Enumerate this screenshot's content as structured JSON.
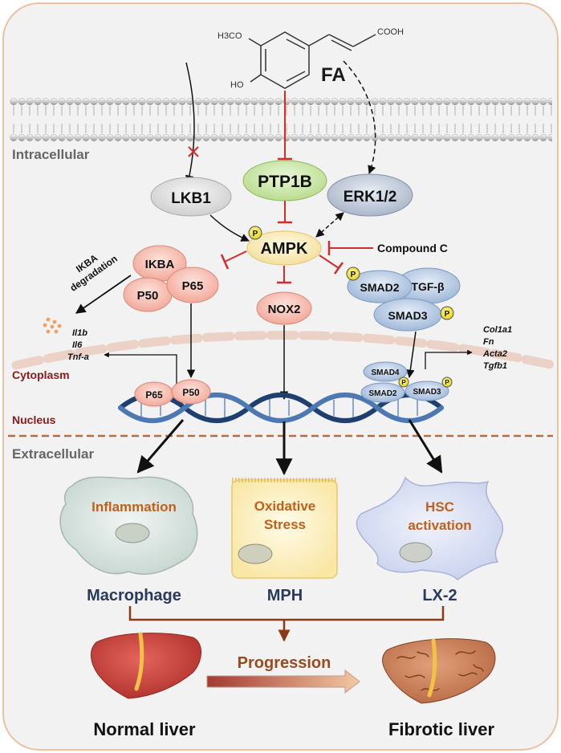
{
  "compound": {
    "methoxy_label": "H3CO",
    "carboxyl_label": "COOH",
    "hydroxyl_label": "HO",
    "name": "FA"
  },
  "regions": {
    "intracellular": "Intracellular",
    "cytoplasm": "Cytoplasm",
    "nucleus": "Nucleus",
    "extracellular": "Extracellular"
  },
  "proteins": {
    "lkb1": "LKB1",
    "ptp1b": "PTP1B",
    "erk": "ERK1/2",
    "ampk": "AMPK",
    "phospho": "P",
    "compound_c": "Compound C",
    "ikba": "IKBA",
    "p50": "P50",
    "p65": "P65",
    "nox2": "NOX2",
    "smad2": "SMAD2",
    "smad3": "SMAD3",
    "smad4": "SMAD4",
    "tgfb": "TGF-β",
    "ikba_degradation_line1": "IKBA",
    "ikba_degradation_line2": "degradation"
  },
  "genes": {
    "inflammatory": [
      "Il1b",
      "Il6",
      "Tnf-a"
    ],
    "fibrotic": [
      "Col1a1",
      "Fn",
      "Acta2",
      "Tgfb1"
    ]
  },
  "cells": {
    "macrophage": {
      "process": [
        "Inflammation"
      ],
      "name": "Macrophage"
    },
    "mph": {
      "process": [
        "Oxidative",
        "Stress"
      ],
      "name": "MPH"
    },
    "lx2": {
      "process": [
        "HSC",
        "activation"
      ],
      "name": "LX-2"
    }
  },
  "outcome": {
    "progression": "Progression",
    "normal": "Normal liver",
    "fibrotic": "Fibrotic liver"
  },
  "colors": {
    "inhibit": "#d42b2b",
    "progression": "#9a4a1e",
    "accent_text": "#c0601a",
    "dark_blue": "#2a3a5c",
    "region_label": "#8b1a1a"
  }
}
